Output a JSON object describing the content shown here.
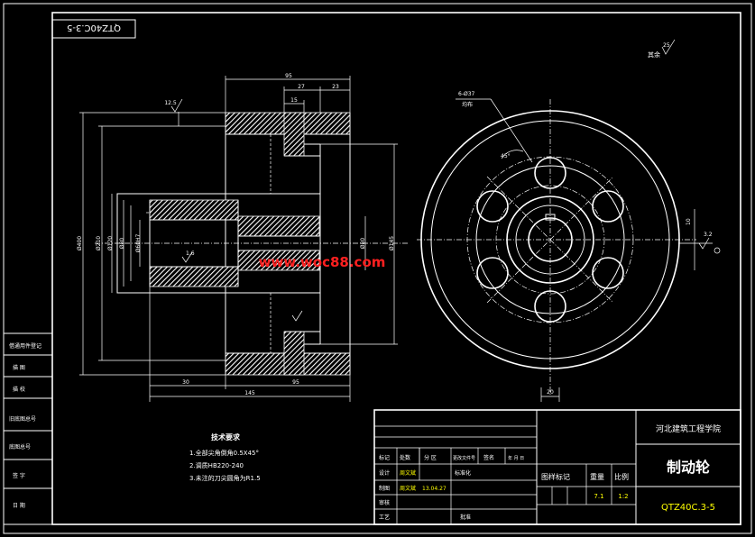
{
  "drawing_no_tab": "QTZ40C.3-5",
  "surface_note": "其余",
  "surface_value": "25",
  "roughness_top": "12.5",
  "roughness_a": "1.6",
  "roughness_b": "3.2",
  "dims": {
    "d_top_total": "95",
    "d_top_27": "27",
    "d_top_23": "23",
    "d_15": "15",
    "d_bottom_30": "30",
    "d_bottom_95": "95",
    "d_bottom_total": "145",
    "d_holes": "6-Ø37",
    "d_holes_note": "均布",
    "d_angle": "45°",
    "d_dia_left1": "Ø400",
    "d_dia_left2": "Ø210",
    "d_dia_left3": "Ø120",
    "d_dia_left4": "Ø80",
    "d_dia_left5": "Ø60H7",
    "d_dia_right1": "Ø80",
    "d_dia_right2": "Ø145",
    "d_bottom_right": "20",
    "d_right_side": "10"
  },
  "watermark": "www.woc88.com",
  "tech_req": {
    "title": "技术要求",
    "items": [
      "1.全部尖角倒角0.5X45°",
      "2.调质HB220-240",
      "3.未注的刀尖圆角为R1.5"
    ]
  },
  "left_strip": [
    "借通用件登记",
    "描 图",
    "描 校",
    "旧底图总号",
    "底图总号",
    "签 字",
    "日 期"
  ],
  "title_block": {
    "school": "河北建筑工程学院",
    "part_name": "制动轮",
    "drawing_no": "QTZ40C.3-5",
    "hdr_biaoji": "标记",
    "hdr_chushu": "处数",
    "hdr_fenqu": "分 区",
    "hdr_wenjian": "更改文件号",
    "hdr_qianming": "签名",
    "hdr_nianyueri": "年 月 日",
    "sheji": "设计",
    "zhitu": "制图",
    "shenhe": "审核",
    "gongyi": "工艺",
    "designer": "周文斌",
    "drafter": "周文斌",
    "date": "13.04.27",
    "biaozhunhua": "标准化",
    "pizhun": "批准",
    "tuyang_biaoji": "图样标记",
    "zhongliang": "重量",
    "bili": "比例",
    "weight": "7.1",
    "scale": "1:2"
  }
}
